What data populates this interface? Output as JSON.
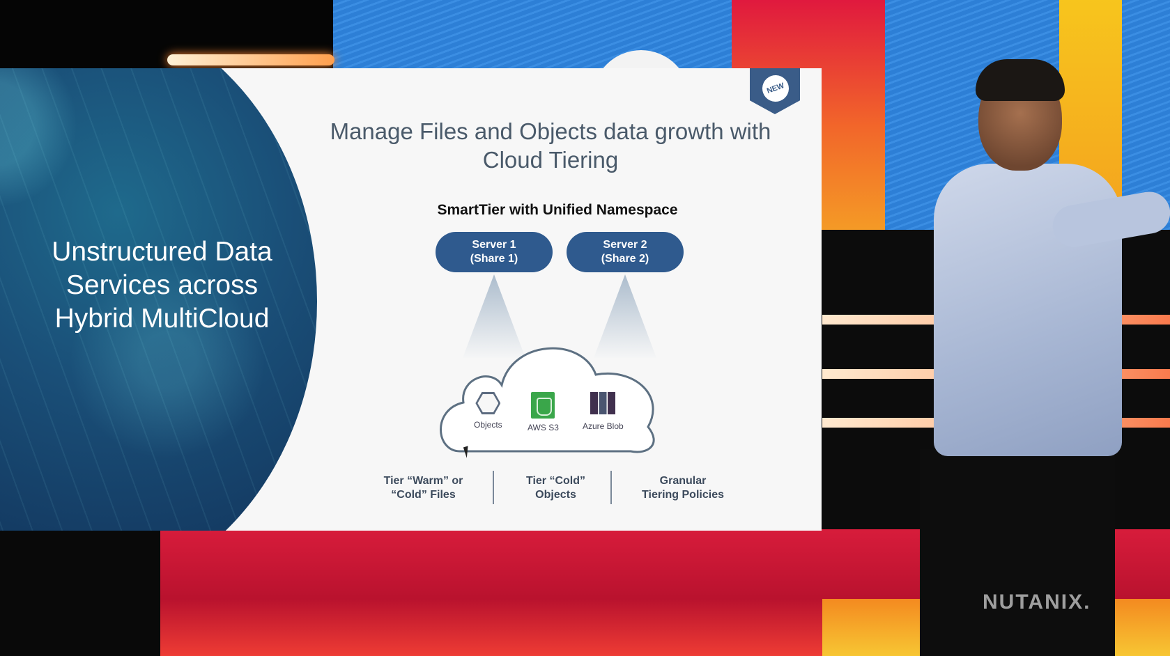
{
  "slide": {
    "left_panel_text": "Unstructured Data Services across Hybrid MultiCloud",
    "badge": "NEW",
    "title": "Manage Files and Objects data growth with Cloud Tiering",
    "diagram_title": "SmartTier with Unified Namespace",
    "servers": [
      {
        "line1": "Server 1",
        "line2": "(Share 1)"
      },
      {
        "line1": "Server 2",
        "line2": "(Share 2)"
      }
    ],
    "cloud_items": [
      {
        "label": "Objects",
        "icon": "nutanix-objects-icon"
      },
      {
        "label": "AWS S3",
        "icon": "aws-s3-bucket-icon"
      },
      {
        "label": "Azure Blob",
        "icon": "azure-blob-icon"
      }
    ],
    "features": [
      {
        "line1": "Tier “Warm” or",
        "line2": "“Cold” Files"
      },
      {
        "line1": "Tier “Cold”",
        "line2": "Objects"
      },
      {
        "line1": "Granular",
        "line2": "Tiering Policies"
      }
    ]
  },
  "watermark": "NUTANIX.",
  "colors": {
    "server_pill": "#2f5a8e",
    "left_panel": "#143b63",
    "stage_red": "#d71c3b",
    "stage_blue": "#2d7fd6"
  }
}
